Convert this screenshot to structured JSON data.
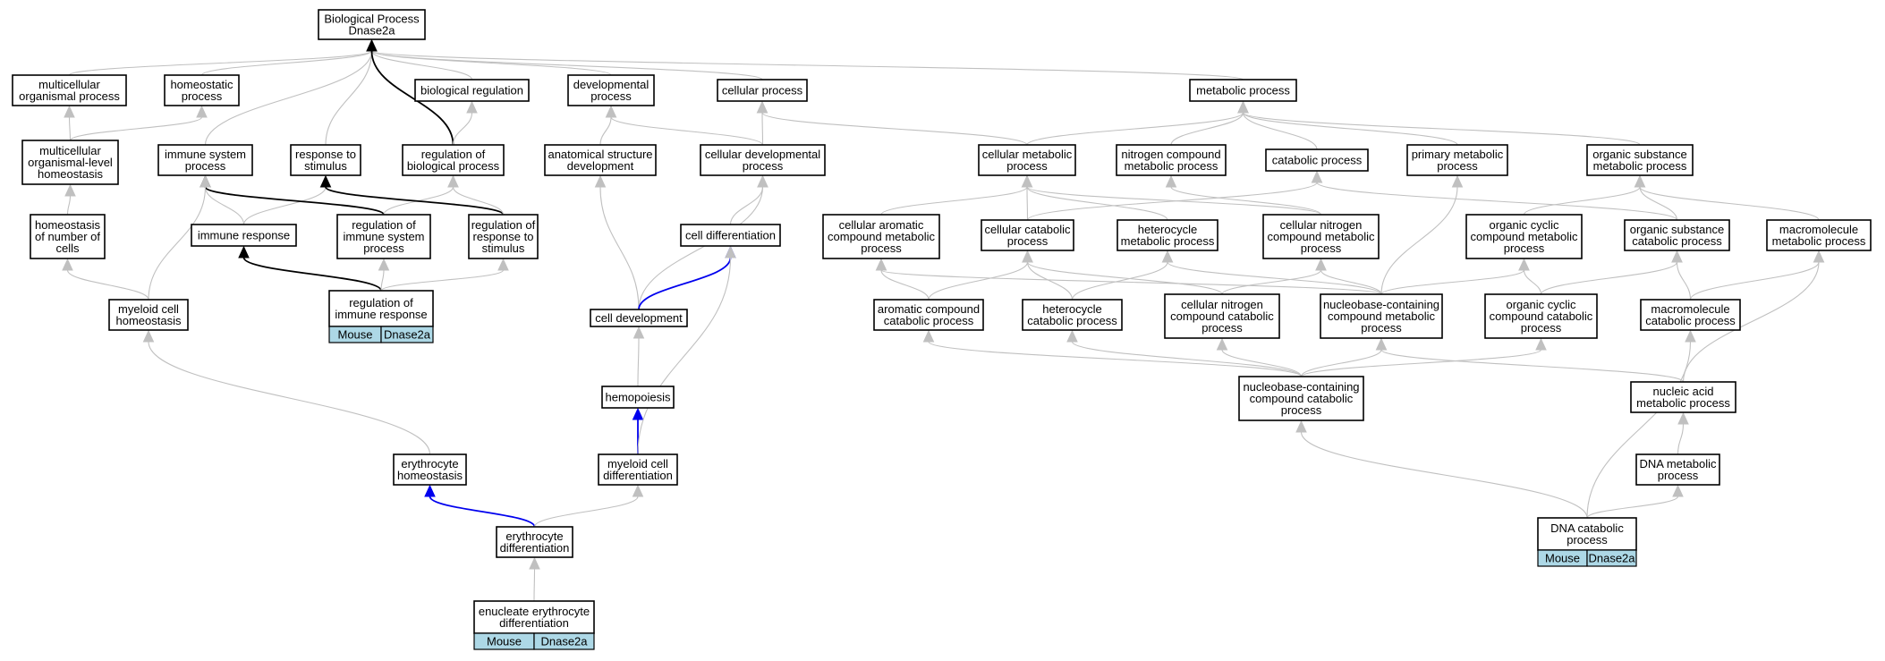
{
  "colors": {
    "edge_default": "#c0c0c0",
    "edge_black": "#000000",
    "edge_blue": "#0000ee",
    "node_border": "#000000",
    "tag_fill": "#add8e6"
  },
  "nodes": {
    "bp_root": {
      "lines": [
        "Biological Process",
        "Dnase2a"
      ]
    },
    "multicellular_op": {
      "lines": [
        "multicellular",
        "organismal process"
      ]
    },
    "homeostatic": {
      "lines": [
        "homeostatic",
        "process"
      ]
    },
    "bio_reg": {
      "lines": [
        "biological regulation"
      ]
    },
    "developmental": {
      "lines": [
        "developmental",
        "process"
      ]
    },
    "cellular": {
      "lines": [
        "cellular process"
      ]
    },
    "metabolic": {
      "lines": [
        "metabolic process"
      ]
    },
    "mlo_homeostasis": {
      "lines": [
        "multicellular",
        "organismal-level",
        "homeostasis"
      ]
    },
    "immune_system": {
      "lines": [
        "immune system",
        "process"
      ]
    },
    "resp_stimulus": {
      "lines": [
        "response to",
        "stimulus"
      ]
    },
    "reg_bio": {
      "lines": [
        "regulation of",
        "biological process"
      ]
    },
    "anat_dev": {
      "lines": [
        "anatomical structure",
        "development"
      ]
    },
    "cell_dev_proc": {
      "lines": [
        "cellular developmental",
        "process"
      ]
    },
    "cell_metab": {
      "lines": [
        "cellular metabolic",
        "process"
      ]
    },
    "nitrogen_metab": {
      "lines": [
        "nitrogen compound",
        "metabolic process"
      ]
    },
    "catabolic": {
      "lines": [
        "catabolic process"
      ]
    },
    "primary_metab": {
      "lines": [
        "primary metabolic",
        "process"
      ]
    },
    "org_sub_metab": {
      "lines": [
        "organic substance",
        "metabolic process"
      ]
    },
    "homeo_num_cells": {
      "lines": [
        "homeostasis",
        "of number of",
        "cells"
      ]
    },
    "immune_response": {
      "lines": [
        "immune response"
      ]
    },
    "reg_immune_sys": {
      "lines": [
        "regulation of",
        "immune system",
        "process"
      ]
    },
    "reg_resp_stim": {
      "lines": [
        "regulation of",
        "response to",
        "stimulus"
      ]
    },
    "cell_diff": {
      "lines": [
        "cell differentiation"
      ]
    },
    "cell_arom_metab": {
      "lines": [
        "cellular aromatic",
        "compound metabolic",
        "process"
      ]
    },
    "cell_catab": {
      "lines": [
        "cellular catabolic",
        "process"
      ]
    },
    "heterocycle_metab": {
      "lines": [
        "heterocycle",
        "metabolic process"
      ]
    },
    "cell_nitrogen_metab": {
      "lines": [
        "cellular nitrogen",
        "compound metabolic",
        "process"
      ]
    },
    "org_cyclic_metab": {
      "lines": [
        "organic cyclic",
        "compound metabolic",
        "process"
      ]
    },
    "org_sub_catab": {
      "lines": [
        "organic substance",
        "catabolic process"
      ]
    },
    "macromol_metab": {
      "lines": [
        "macromolecule",
        "metabolic process"
      ]
    },
    "myeloid_homeo": {
      "lines": [
        "myeloid cell",
        "homeostasis"
      ]
    },
    "reg_immune_resp": {
      "lines": [
        "regulation of",
        "immune response"
      ],
      "tags": [
        "Mouse",
        "Dnase2a"
      ]
    },
    "cell_development": {
      "lines": [
        "cell development"
      ]
    },
    "arom_catab": {
      "lines": [
        "aromatic compound",
        "catabolic process"
      ]
    },
    "heterocycle_catab": {
      "lines": [
        "heterocycle",
        "catabolic process"
      ]
    },
    "cell_nitrogen_catab": {
      "lines": [
        "cellular nitrogen",
        "compound catabolic",
        "process"
      ]
    },
    "nucleobase_metab": {
      "lines": [
        "nucleobase-containing",
        "compound metabolic",
        "process"
      ]
    },
    "org_cyclic_catab": {
      "lines": [
        "organic cyclic",
        "compound catabolic",
        "process"
      ]
    },
    "macromol_catab": {
      "lines": [
        "macromolecule",
        "catabolic process"
      ]
    },
    "hemopoiesis": {
      "lines": [
        "hemopoiesis"
      ]
    },
    "nucleobase_catab": {
      "lines": [
        "nucleobase-containing",
        "compound catabolic",
        "process"
      ]
    },
    "nucleic_acid_metab": {
      "lines": [
        "nucleic acid",
        "metabolic process"
      ]
    },
    "erythro_homeo": {
      "lines": [
        "erythrocyte",
        "homeostasis"
      ]
    },
    "myeloid_diff": {
      "lines": [
        "myeloid cell",
        "differentiation"
      ]
    },
    "dna_metab": {
      "lines": [
        "DNA metabolic",
        "process"
      ]
    },
    "erythro_diff": {
      "lines": [
        "erythrocyte",
        "differentiation"
      ]
    },
    "dna_catab": {
      "lines": [
        "DNA catabolic",
        "process"
      ],
      "tags": [
        "Mouse",
        "Dnase2a"
      ]
    },
    "enucleate_diff": {
      "lines": [
        "enucleate erythrocyte",
        "differentiation"
      ],
      "tags": [
        "Mouse",
        "Dnase2a"
      ]
    }
  },
  "edges": [
    {
      "from": "multicellular_op",
      "to": "bp_root",
      "color": "gray"
    },
    {
      "from": "homeostatic",
      "to": "bp_root",
      "color": "gray"
    },
    {
      "from": "bio_reg",
      "to": "bp_root",
      "color": "gray"
    },
    {
      "from": "developmental",
      "to": "bp_root",
      "color": "gray"
    },
    {
      "from": "cellular",
      "to": "bp_root",
      "color": "gray"
    },
    {
      "from": "metabolic",
      "to": "bp_root",
      "color": "gray"
    },
    {
      "from": "immune_system",
      "to": "bp_root",
      "color": "gray"
    },
    {
      "from": "resp_stimulus",
      "to": "bp_root",
      "color": "gray"
    },
    {
      "from": "reg_bio",
      "to": "bp_root",
      "color": "black"
    },
    {
      "from": "mlo_homeostasis",
      "to": "multicellular_op",
      "color": "gray"
    },
    {
      "from": "mlo_homeostasis",
      "to": "homeostatic",
      "color": "gray"
    },
    {
      "from": "reg_bio",
      "to": "bio_reg",
      "color": "gray"
    },
    {
      "from": "anat_dev",
      "to": "developmental",
      "color": "gray"
    },
    {
      "from": "cell_dev_proc",
      "to": "developmental",
      "color": "gray"
    },
    {
      "from": "cell_dev_proc",
      "to": "cellular",
      "color": "gray"
    },
    {
      "from": "cell_metab",
      "to": "cellular",
      "color": "gray"
    },
    {
      "from": "cell_metab",
      "to": "metabolic",
      "color": "gray"
    },
    {
      "from": "nitrogen_metab",
      "to": "metabolic",
      "color": "gray"
    },
    {
      "from": "catabolic",
      "to": "metabolic",
      "color": "gray"
    },
    {
      "from": "primary_metab",
      "to": "metabolic",
      "color": "gray"
    },
    {
      "from": "org_sub_metab",
      "to": "metabolic",
      "color": "gray"
    },
    {
      "from": "homeo_num_cells",
      "to": "mlo_homeostasis",
      "color": "gray"
    },
    {
      "from": "immune_response",
      "to": "immune_system",
      "color": "gray"
    },
    {
      "from": "immune_response",
      "to": "resp_stimulus",
      "color": "gray"
    },
    {
      "from": "reg_immune_sys",
      "to": "immune_system",
      "color": "black"
    },
    {
      "from": "reg_immune_sys",
      "to": "reg_bio",
      "color": "gray"
    },
    {
      "from": "reg_resp_stim",
      "to": "resp_stimulus",
      "color": "black"
    },
    {
      "from": "reg_resp_stim",
      "to": "reg_bio",
      "color": "gray"
    },
    {
      "from": "reg_immune_resp",
      "to": "immune_response",
      "color": "black"
    },
    {
      "from": "reg_immune_resp",
      "to": "reg_immune_sys",
      "color": "gray"
    },
    {
      "from": "reg_immune_resp",
      "to": "reg_resp_stim",
      "color": "gray"
    },
    {
      "from": "myeloid_homeo",
      "to": "homeo_num_cells",
      "color": "gray"
    },
    {
      "from": "myeloid_homeo",
      "to": "immune_system",
      "color": "gray"
    },
    {
      "from": "cell_diff",
      "to": "cell_dev_proc",
      "color": "gray"
    },
    {
      "from": "cell_development",
      "to": "anat_dev",
      "color": "gray"
    },
    {
      "from": "cell_development",
      "to": "cell_dev_proc",
      "color": "gray"
    },
    {
      "from": "cell_development",
      "to": "cell_diff",
      "color": "blue"
    },
    {
      "from": "hemopoiesis",
      "to": "cell_development",
      "color": "gray"
    },
    {
      "from": "myeloid_diff",
      "to": "hemopoiesis",
      "color": "blue"
    },
    {
      "from": "myeloid_diff",
      "to": "cell_diff",
      "color": "gray"
    },
    {
      "from": "erythro_homeo",
      "to": "myeloid_homeo",
      "color": "gray"
    },
    {
      "from": "erythro_diff",
      "to": "erythro_homeo",
      "color": "blue"
    },
    {
      "from": "erythro_diff",
      "to": "myeloid_diff",
      "color": "gray"
    },
    {
      "from": "enucleate_diff",
      "to": "erythro_diff",
      "color": "gray"
    },
    {
      "from": "cell_arom_metab",
      "to": "cell_metab",
      "color": "gray"
    },
    {
      "from": "cell_catab",
      "to": "cell_metab",
      "color": "gray"
    },
    {
      "from": "cell_catab",
      "to": "catabolic",
      "color": "gray"
    },
    {
      "from": "heterocycle_metab",
      "to": "cell_metab",
      "color": "gray"
    },
    {
      "from": "cell_nitrogen_metab",
      "to": "cell_metab",
      "color": "gray"
    },
    {
      "from": "cell_nitrogen_metab",
      "to": "nitrogen_metab",
      "color": "gray"
    },
    {
      "from": "org_cyclic_metab",
      "to": "org_sub_metab",
      "color": "gray"
    },
    {
      "from": "org_sub_catab",
      "to": "org_sub_metab",
      "color": "gray"
    },
    {
      "from": "org_sub_catab",
      "to": "catabolic",
      "color": "gray"
    },
    {
      "from": "macromol_metab",
      "to": "org_sub_metab",
      "color": "gray"
    },
    {
      "from": "arom_catab",
      "to": "cell_arom_metab",
      "color": "gray"
    },
    {
      "from": "arom_catab",
      "to": "cell_catab",
      "color": "gray"
    },
    {
      "from": "heterocycle_catab",
      "to": "heterocycle_metab",
      "color": "gray"
    },
    {
      "from": "heterocycle_catab",
      "to": "cell_catab",
      "color": "gray"
    },
    {
      "from": "cell_nitrogen_catab",
      "to": "cell_nitrogen_metab",
      "color": "gray"
    },
    {
      "from": "cell_nitrogen_catab",
      "to": "cell_catab",
      "color": "gray"
    },
    {
      "from": "nucleobase_metab",
      "to": "cell_arom_metab",
      "color": "gray"
    },
    {
      "from": "nucleobase_metab",
      "to": "heterocycle_metab",
      "color": "gray"
    },
    {
      "from": "nucleobase_metab",
      "to": "cell_nitrogen_metab",
      "color": "gray"
    },
    {
      "from": "nucleobase_metab",
      "to": "org_cyclic_metab",
      "color": "gray"
    },
    {
      "from": "nucleobase_metab",
      "to": "primary_metab",
      "color": "gray"
    },
    {
      "from": "org_cyclic_catab",
      "to": "org_cyclic_metab",
      "color": "gray"
    },
    {
      "from": "org_cyclic_catab",
      "to": "org_sub_catab",
      "color": "gray"
    },
    {
      "from": "macromol_catab",
      "to": "macromol_metab",
      "color": "gray"
    },
    {
      "from": "macromol_catab",
      "to": "org_sub_catab",
      "color": "gray"
    },
    {
      "from": "nucleobase_catab",
      "to": "arom_catab",
      "color": "gray"
    },
    {
      "from": "nucleobase_catab",
      "to": "heterocycle_catab",
      "color": "gray"
    },
    {
      "from": "nucleobase_catab",
      "to": "cell_nitrogen_catab",
      "color": "gray"
    },
    {
      "from": "nucleobase_catab",
      "to": "nucleobase_metab",
      "color": "gray"
    },
    {
      "from": "nucleobase_catab",
      "to": "org_cyclic_catab",
      "color": "gray"
    },
    {
      "from": "nucleic_acid_metab",
      "to": "nucleobase_metab",
      "color": "gray"
    },
    {
      "from": "nucleic_acid_metab",
      "to": "macromol_metab",
      "color": "gray"
    },
    {
      "from": "dna_metab",
      "to": "nucleic_acid_metab",
      "color": "gray"
    },
    {
      "from": "dna_catab",
      "to": "nucleobase_catab",
      "color": "gray"
    },
    {
      "from": "dna_catab",
      "to": "dna_metab",
      "color": "gray"
    },
    {
      "from": "dna_catab",
      "to": "macromol_catab",
      "color": "gray"
    }
  ]
}
